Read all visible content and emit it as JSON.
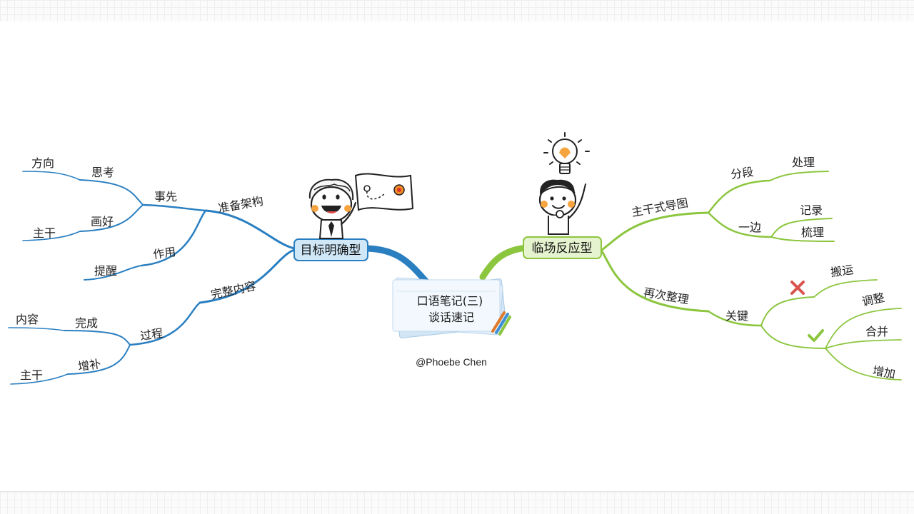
{
  "center": {
    "line1": "口语笔记(三)",
    "line2": "谈话速记",
    "author": "@Phoebe Chen"
  },
  "left": {
    "main": "目标明确型",
    "color": "#2a7fc1",
    "prepare": "准备架构",
    "advance": "事先",
    "think": "思考",
    "direction": "方向",
    "draw": "画好",
    "trunk1": "主干",
    "effect": "作用",
    "remind": "提醒",
    "complete_content": "完整内容",
    "process": "过程",
    "finish": "完成",
    "content": "内容",
    "supplement": "增补",
    "trunk2": "主干"
  },
  "right": {
    "main": "临场反应型",
    "color": "#8cc63f",
    "trunk_map": "主干式导图",
    "segment": "分段",
    "handle": "处理",
    "side": "一边",
    "record": "记录",
    "organize": "梳理",
    "reorganize": "再次整理",
    "key": "关键",
    "move": "搬运",
    "adjust": "调整",
    "merge": "合并",
    "add": "增加"
  },
  "icons": {
    "cross": "cross-icon",
    "check": "check-icon",
    "cross_color": "#d9534f",
    "check_color": "#8cc63f"
  }
}
